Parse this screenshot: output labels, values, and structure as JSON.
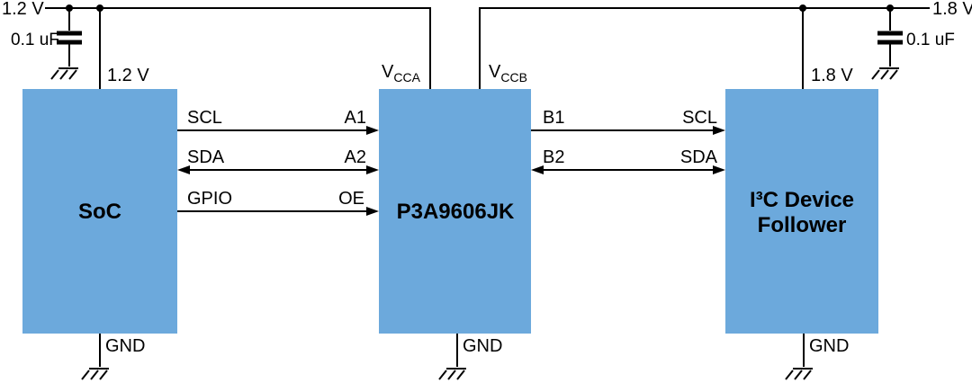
{
  "diagram": {
    "power_left": {
      "rail_label": "1.2 V",
      "cap_value": "0.1 uF",
      "pin_label": "1.2 V"
    },
    "power_right": {
      "rail_label": "1.8 V",
      "cap_value": "0.1 uF",
      "pin_label": "1.8 V"
    },
    "vcc_pins": {
      "vcca_main": "V",
      "vcca_sub": "CCA",
      "vccb_main": "V",
      "vccb_sub": "CCB"
    },
    "blocks": {
      "soc": {
        "label": "SoC",
        "gnd": "GND"
      },
      "translator": {
        "label": "P3A9606JK",
        "gnd": "GND"
      },
      "follower": {
        "label_line1": "I³C Device",
        "label_line2": "Follower",
        "gnd": "GND"
      }
    },
    "signals": {
      "left": [
        {
          "source": "SCL",
          "dest": "A1",
          "direction": "right"
        },
        {
          "source": "SDA",
          "dest": "A2",
          "direction": "bidirectional"
        },
        {
          "source": "GPIO",
          "dest": "OE",
          "direction": "right"
        }
      ],
      "right": [
        {
          "source": "B1",
          "dest": "SCL",
          "direction": "right"
        },
        {
          "source": "B2",
          "dest": "SDA",
          "direction": "bidirectional"
        }
      ]
    },
    "colors": {
      "block_fill": "#6CA9DC",
      "line": "#000000",
      "background": "#FFFFFF"
    }
  }
}
